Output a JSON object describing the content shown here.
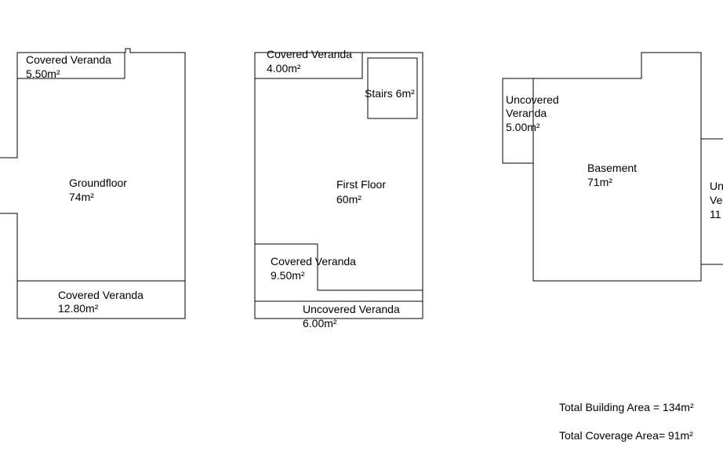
{
  "ground_floor": {
    "main_label": "Groundfloor",
    "main_area": "74m²",
    "veranda_top_label": "Covered Veranda",
    "veranda_top_area": "5.50m²",
    "veranda_bottom_label": "Covered Veranda",
    "veranda_bottom_area": "12.80m²"
  },
  "first_floor": {
    "main_label": "First Floor",
    "main_area": "60m²",
    "veranda_top_label": "Covered Veranda",
    "veranda_top_area": "4.00m²",
    "stairs_label": "Stairs 6m²",
    "veranda_mid_label": "Covered Veranda",
    "veranda_mid_area": "9.50m²",
    "uncovered_label": "Uncovered Veranda",
    "uncovered_area": "6.00m²"
  },
  "basement": {
    "main_label": "Basement",
    "main_area": "71m²",
    "uncovered_left_line1": "Uncovered",
    "uncovered_left_line2": "Veranda",
    "uncovered_left_area": "5.00m²",
    "uncovered_right_line1": "Un",
    "uncovered_right_line2": "Ve",
    "uncovered_right_area": "11"
  },
  "totals": {
    "building_area": "Total Building Area = 134m²",
    "coverage_area": "Total Coverage Area= 91m²"
  }
}
